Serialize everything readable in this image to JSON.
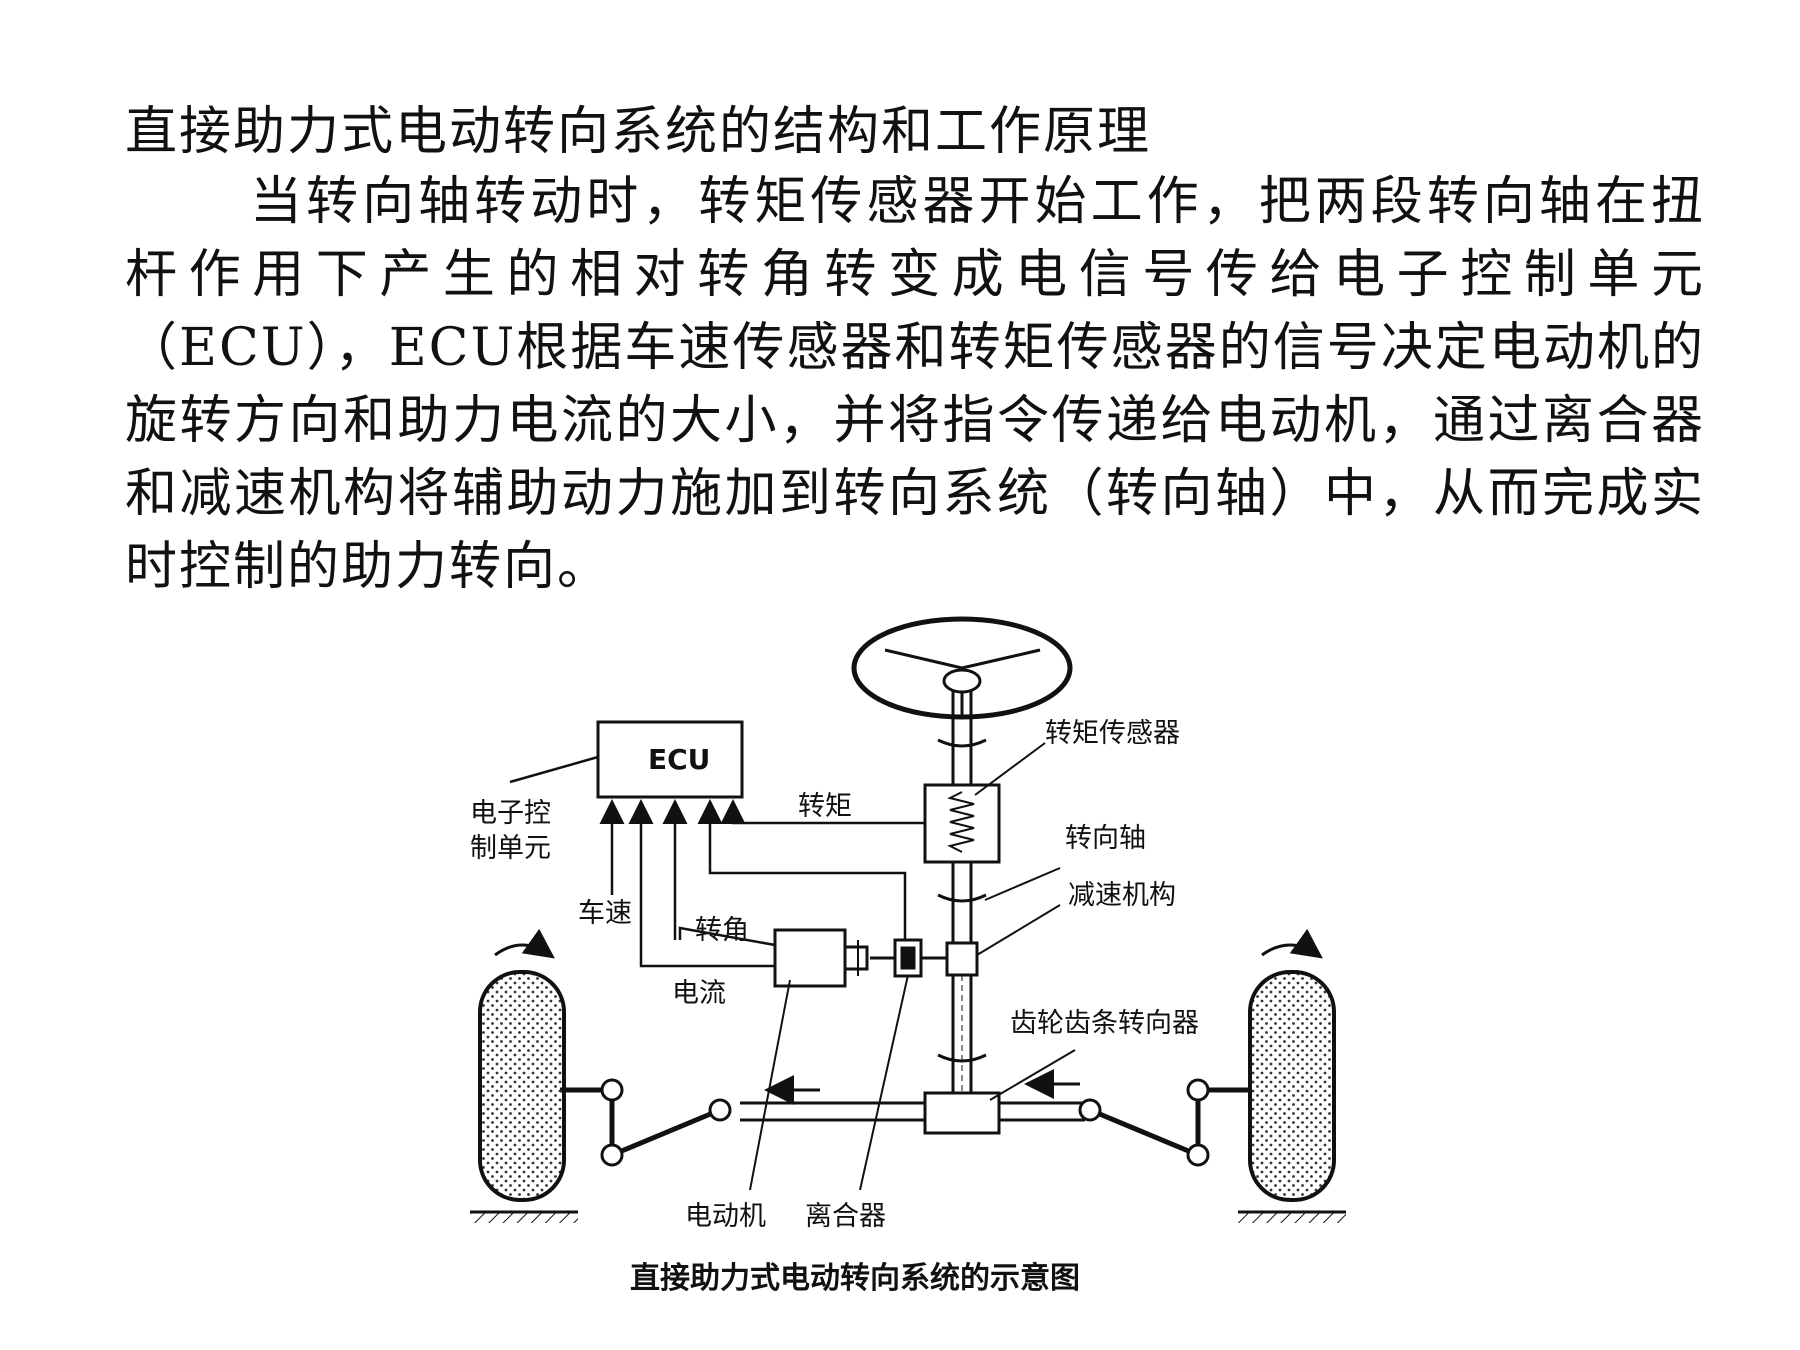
{
  "heading": "直接助力式电动转向系统的结构和工作原理",
  "paragraph": "当转向轴转动时，转矩传感器开始工作，把两段转向轴在扭杆作用下产生的相对转角转变成电信号传给电子控制单元（ECU），ECU根据车速传感器和转矩传感器的信号决定电动机的旋转方向和助力电流的大小，并将指令传递给电动机，通过离合器和减速机构将辅助动力施加到转向系统（转向轴）中，从而完成实时控制的助力转向。",
  "diagram": {
    "ecu": "ECU",
    "labels": {
      "ecu_unit_line1": "电子控",
      "ecu_unit_line2": "制单元",
      "torque_signal": "转矩",
      "torque_sensor": "转矩传感器",
      "steering_shaft": "转向轴",
      "reduction_gear": "减速机构",
      "vehicle_speed": "车速",
      "steering_angle": "转角",
      "current": "电流",
      "rack_pinion": "齿轮齿条转向器",
      "motor": "电动机",
      "clutch": "离合器"
    },
    "caption": "直接助力式电动转向系统的示意图"
  }
}
